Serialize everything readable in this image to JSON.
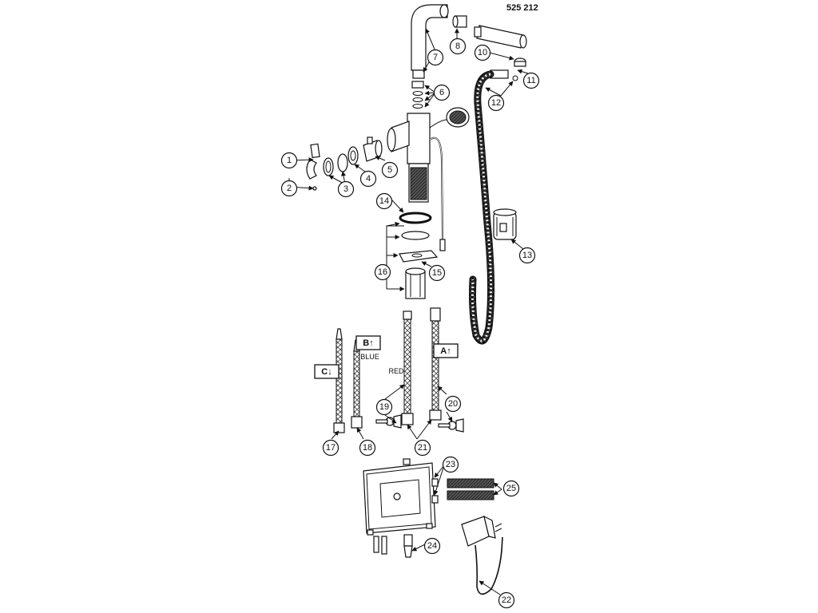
{
  "diagram": {
    "part_number": "525 212",
    "callouts": [
      "1",
      "2",
      "3",
      "4",
      "5",
      "6",
      "7",
      "8",
      "10",
      "11",
      "12",
      "13",
      "14",
      "15",
      "16",
      "17",
      "18",
      "19",
      "20",
      "21",
      "22",
      "23",
      "24",
      "25"
    ],
    "connection_tags": {
      "a": "A↑",
      "b": "B↑",
      "c": "C↓"
    },
    "hose_labels": {
      "blue": "BLUE",
      "red": "RED"
    }
  }
}
